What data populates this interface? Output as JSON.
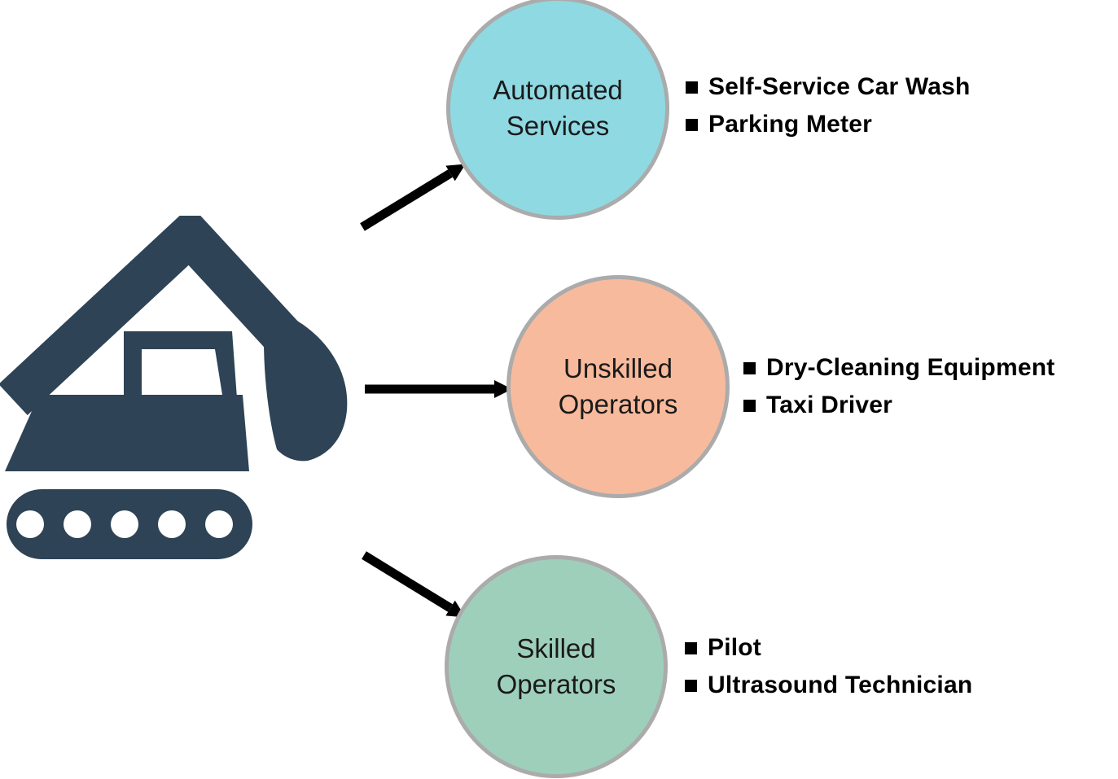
{
  "machine": {
    "icon": "excavator-icon",
    "color": "#2E4355"
  },
  "styles": {
    "background": "#FFFFFF",
    "ring": "#ABABAB",
    "connector": "#000000",
    "label_text": "#1A1A1A",
    "bullet_text": "#000000"
  },
  "bullet_style": "square",
  "nodes": [
    {
      "id": "automated-services",
      "label": "Automated Services",
      "color": "#8FD9E3",
      "examples": [
        "Self-Service Car Wash",
        "Parking Meter"
      ]
    },
    {
      "id": "unskilled-operators",
      "label": "Unskilled Operators",
      "color": "#F8BA9C",
      "examples": [
        "Dry-Cleaning Equipment",
        "Taxi Driver"
      ]
    },
    {
      "id": "skilled-operators",
      "label": "Skilled Operators",
      "color": "#9ECFBB",
      "examples": [
        "Pilot",
        "Ultrasound Technician"
      ]
    }
  ]
}
